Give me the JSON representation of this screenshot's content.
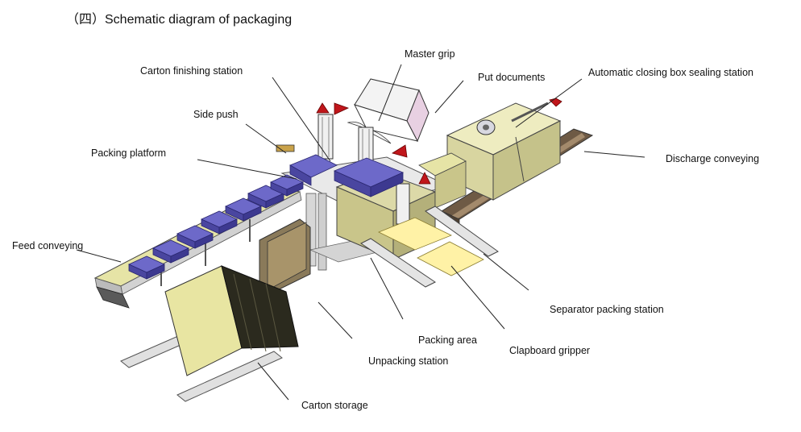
{
  "title": "（四）Schematic diagram of packaging",
  "labels": {
    "master_grip": "Master grip",
    "carton_finishing": "Carton finishing station",
    "put_documents": "Put documents",
    "auto_closing": "Automatic closing box sealing station",
    "side_push": "Side push",
    "packing_platform": "Packing platform",
    "discharge_conveying": "Discharge conveying",
    "feed_conveying": "Feed conveying",
    "separator_packing": "Separator packing station",
    "packing_area": "Packing area",
    "clapboard_gripper": "Clapboard gripper",
    "unpacking_station": "Unpacking station",
    "carton_storage": "Carton storage"
  },
  "colors": {
    "carton": "#e6e4a6",
    "carton_dark": "#c9c58a",
    "product": "#5d59b8",
    "arrow": "#c0161b",
    "frame": "#d9d9d9",
    "belt": "#6e5a45",
    "separator": "#fff2a6",
    "hood": "#e8d0e2"
  }
}
